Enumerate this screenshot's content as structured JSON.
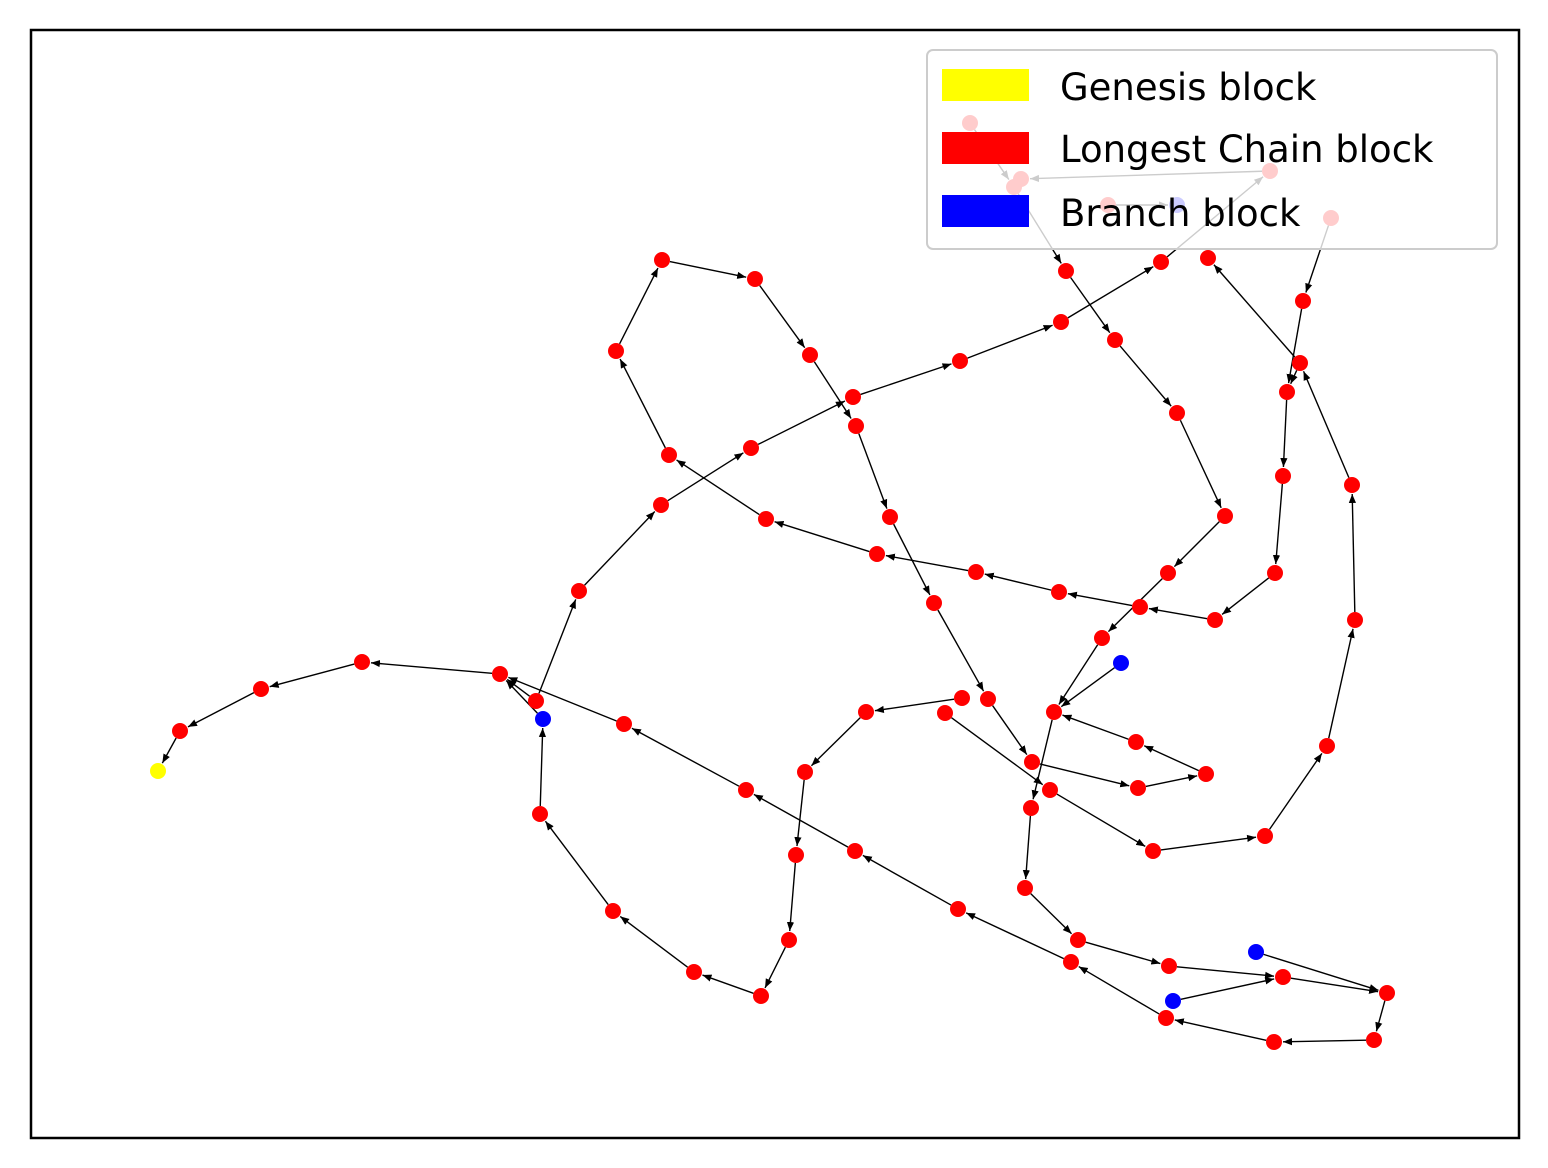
{
  "legend": {
    "items": [
      {
        "label": "Genesis block",
        "color": "#ffff00"
      },
      {
        "label": "Longest Chain block",
        "color": "#ff0000"
      },
      {
        "label": "Branch block",
        "color": "#0000ff"
      }
    ]
  },
  "colors": {
    "genesis": "#ffff00",
    "longest_chain": "#ff0000",
    "branch": "#0000ff",
    "edge": "#000000",
    "frame": "#000000"
  }
}
